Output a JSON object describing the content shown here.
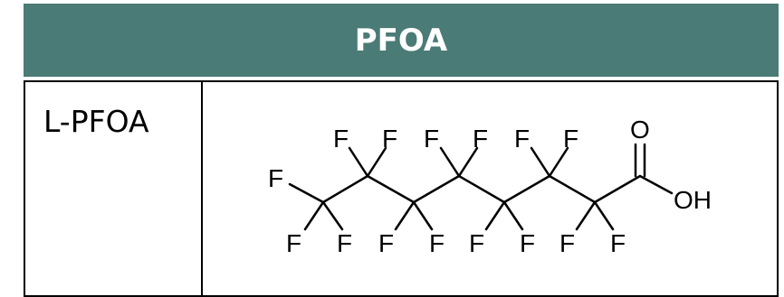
{
  "table": {
    "header": "PFOA",
    "rows": [
      {
        "name": "L-PFOA",
        "structure": {
          "atoms": {
            "fluorine": "F",
            "oxygen": "O",
            "hydroxyl": "OH"
          }
        }
      }
    ]
  }
}
